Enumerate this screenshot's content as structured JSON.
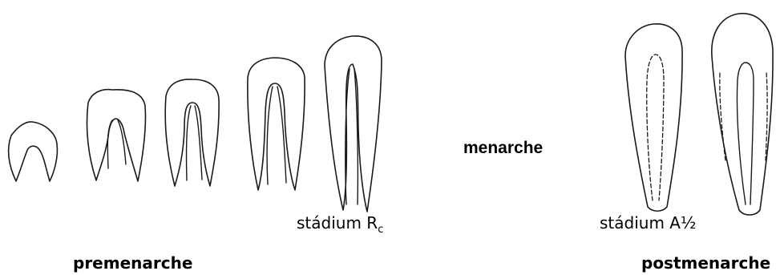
{
  "labels": {
    "menarche": "menarche",
    "stage_rc_prefix": "stádium R",
    "stage_rc_sub": "c",
    "stage_a": "stádium A½",
    "premenarche": "premenarche",
    "postmenarche": "postmenarche"
  },
  "stroke_color": "#1a1a1a"
}
